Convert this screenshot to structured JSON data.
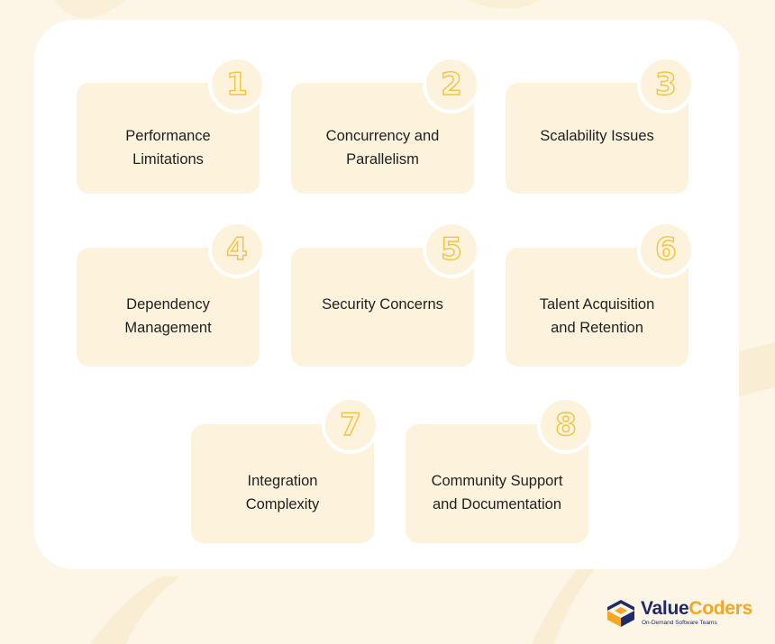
{
  "cards": [
    {
      "number": "1",
      "label": "Performance\nLimitations"
    },
    {
      "number": "2",
      "label": "Concurrency and\nParallelism"
    },
    {
      "number": "3",
      "label": "Scalability Issues"
    },
    {
      "number": "4",
      "label": "Dependency\nManagement"
    },
    {
      "number": "5",
      "label": "Security Concerns"
    },
    {
      "number": "6",
      "label": "Talent Acquisition\nand Retention"
    },
    {
      "number": "7",
      "label": "Integration\nComplexity"
    },
    {
      "number": "8",
      "label": "Community Support\nand Documentation"
    }
  ],
  "brand": {
    "name_part1": "Value",
    "name_part2": "Coders",
    "tagline": "On-Demand Software Teams",
    "colors": {
      "navy": "#1f2a6b",
      "orange": "#f5a623"
    }
  },
  "colors": {
    "background": "#fdf6e6",
    "card": "#fdf3dd",
    "number_outline": "#f5c33b"
  }
}
